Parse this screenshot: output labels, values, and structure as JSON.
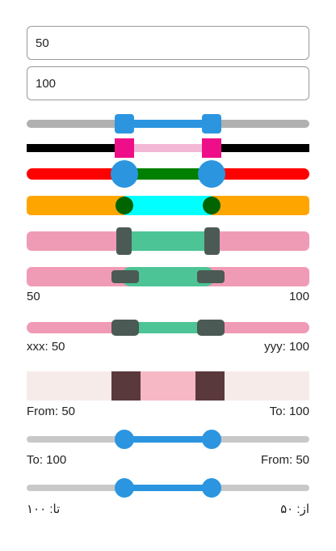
{
  "inputs": {
    "min_value": "50",
    "max_value": "100"
  },
  "range": {
    "min": 0,
    "max": 150,
    "low": 50,
    "high": 100
  },
  "sliders": {
    "s6": {
      "left": "50",
      "right": "100"
    },
    "s7": {
      "left": "xxx: 50",
      "right": "yyy: 100"
    },
    "s8": {
      "left": "From: 50",
      "right": "To: 100"
    },
    "s9": {
      "left": "To: 100",
      "right": "From: 50"
    },
    "s10": {
      "left": "تا: ۱۰۰",
      "right": "از: ۵۰"
    }
  },
  "colors": {
    "blue": "#2b95e0",
    "gray_track": "#b0b0b0",
    "light_gray_track": "#c8c8c8",
    "magenta": "#ee0e88",
    "pink_light": "#f3b8d6",
    "red": "#ff0000",
    "green": "#008000",
    "orange": "#ffa500",
    "cyan": "#00ffff",
    "dark_green": "#006400",
    "pink_track": "#f09bb5",
    "mint": "#4cc496",
    "dark_gray_handle": "#4b5a55",
    "pale_bg": "#f7ebea",
    "pink_range": "#f7b8c6",
    "maroon": "#5a393c"
  }
}
